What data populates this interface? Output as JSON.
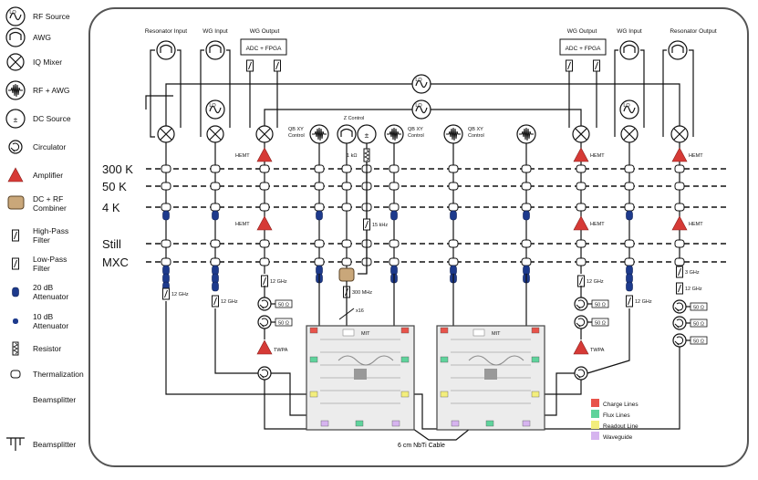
{
  "legend": [
    {
      "key": "rf-source",
      "label": "RF Source",
      "glyph": "LO"
    },
    {
      "key": "awg",
      "label": "AWG"
    },
    {
      "key": "iq-mixer",
      "label": "IQ Mixer"
    },
    {
      "key": "rf-awg",
      "label": "RF + AWG"
    },
    {
      "key": "dc-source",
      "label": "DC Source",
      "glyph": "±"
    },
    {
      "key": "circulator",
      "label": "Circulator"
    },
    {
      "key": "amplifier",
      "label": "Amplifier"
    },
    {
      "key": "dc-rf-combiner",
      "label": "DC + RF\nCombiner"
    },
    {
      "key": "high-pass",
      "label": "High-Pass\nFilter"
    },
    {
      "key": "low-pass",
      "label": "Low-Pass\nFilter"
    },
    {
      "key": "att-20",
      "label": "20 dB\nAttenuator"
    },
    {
      "key": "att-10",
      "label": "10 dB\nAttenuator"
    },
    {
      "key": "resistor",
      "label": "Resistor"
    },
    {
      "key": "thermalization",
      "label": "Thermalization"
    },
    {
      "key": "beamsplitter",
      "label": "Beamsplitter"
    }
  ],
  "stages": [
    "300 K",
    "50 K",
    "4 K",
    "Still",
    "MXC"
  ],
  "top_labels": {
    "resonator_input": "Resonator Input",
    "wg_input": "WG Input",
    "wg_output": "WG Output",
    "resonator_output": "Resonator Output",
    "adc": "ADC + FPGA",
    "z_control": "Z Control"
  },
  "qb1_control": [
    "QB",
    "XY",
    "Control"
  ],
  "qb2_control": [
    "QB",
    "XY",
    "Control"
  ],
  "qb2_left_control": [
    "QB",
    "XY",
    "Control"
  ],
  "lo": "LO",
  "pm": "±",
  "hemt": "HEMT",
  "twpa": "TWPA",
  "ohm50": "50 Ω",
  "ghz12": "12 GHz",
  "ghz3": "3 GHz",
  "khz15": "15 kHz",
  "mhz300": "300 MHz",
  "kohm1": "1 kΩ",
  "x16": "x16",
  "cable": "6 cm NbTi Cable",
  "chip_logo": "MIT",
  "key_lines": [
    {
      "label": "Charge Lines",
      "color": "#e8534a"
    },
    {
      "label": "Flux Lines",
      "color": "#5fd39c"
    },
    {
      "label": "Readout Line",
      "color": "#f3ee7d"
    },
    {
      "label": "Waveguide",
      "color": "#d6b4ef"
    }
  ],
  "colors": {
    "amplifier": "#d63a36",
    "attenuator": "#1d3a8c",
    "combiner": "#c9a77a"
  }
}
